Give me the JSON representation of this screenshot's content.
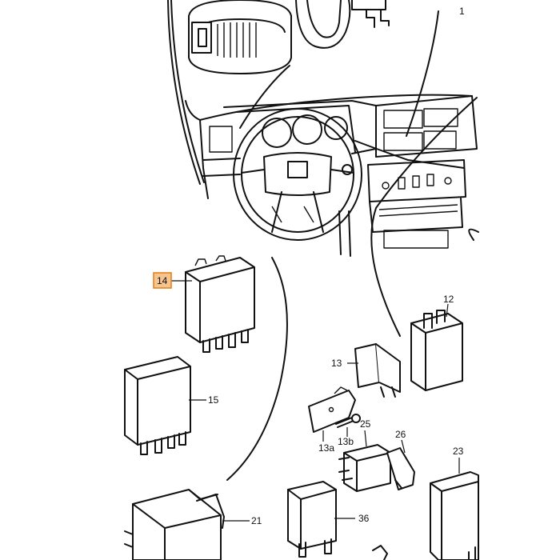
{
  "colors": {
    "ink": "#111111",
    "paper": "#ffffff",
    "highlight_fill": "#f6c48f",
    "highlight_border": "#e8821e"
  },
  "callouts": {
    "c1": "1",
    "c12": "12",
    "c13": "13",
    "c13a": "13a",
    "c13b": "13b",
    "c14": "14",
    "c15": "15",
    "c21": "21",
    "c23": "23",
    "c25": "25",
    "c26": "26",
    "c36": "36"
  }
}
